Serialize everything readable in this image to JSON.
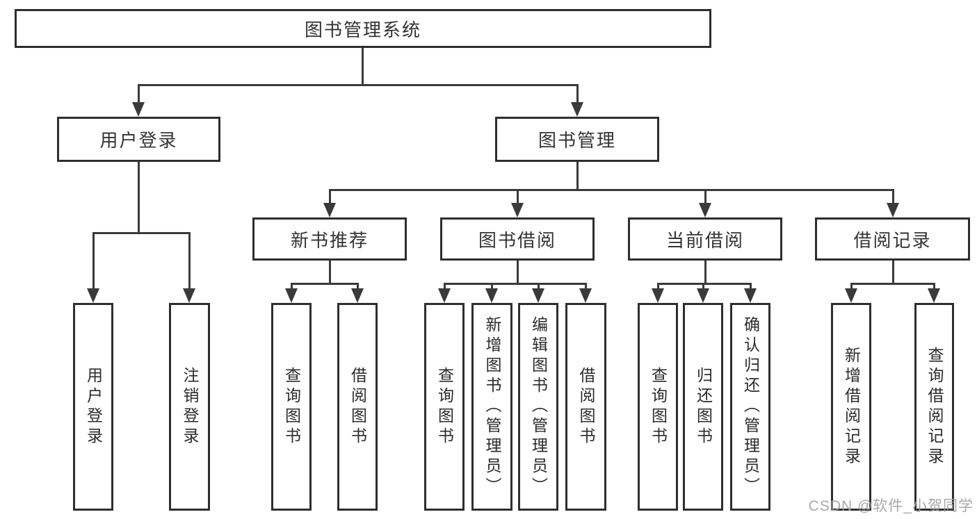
{
  "diagram": {
    "title": "图书管理系统",
    "nodes": {
      "user_login": "用户登录",
      "book_mgmt": "图书管理",
      "new_book_rec": "新书推荐",
      "book_borrow": "图书借阅",
      "current_borrow": "当前借阅",
      "borrow_records": "借阅记录",
      "leaf_user_login": "用户登录",
      "leaf_logout": "注销登录",
      "leaf_rec_query": "查询图书",
      "leaf_rec_borrow": "借阅图书",
      "leaf_bb_query": "查询图书",
      "leaf_bb_add": "新增图书（管理员）",
      "leaf_bb_edit": "编辑图书（管理员）",
      "leaf_bb_borrow": "借阅图书",
      "leaf_cb_query": "查询图书",
      "leaf_cb_return": "归还图书",
      "leaf_cb_confirm": "确认归还（管理员）",
      "leaf_br_add": "新增借阅记录",
      "leaf_br_query": "查询借阅记录"
    }
  },
  "watermark": "CSDN @软件_小贺同学",
  "colors": {
    "background": "#ffffff",
    "box_border": "#2e2e2e",
    "line": "#3a3a3a",
    "text": "#2b2b2b",
    "watermark": "#9e9e9e"
  }
}
